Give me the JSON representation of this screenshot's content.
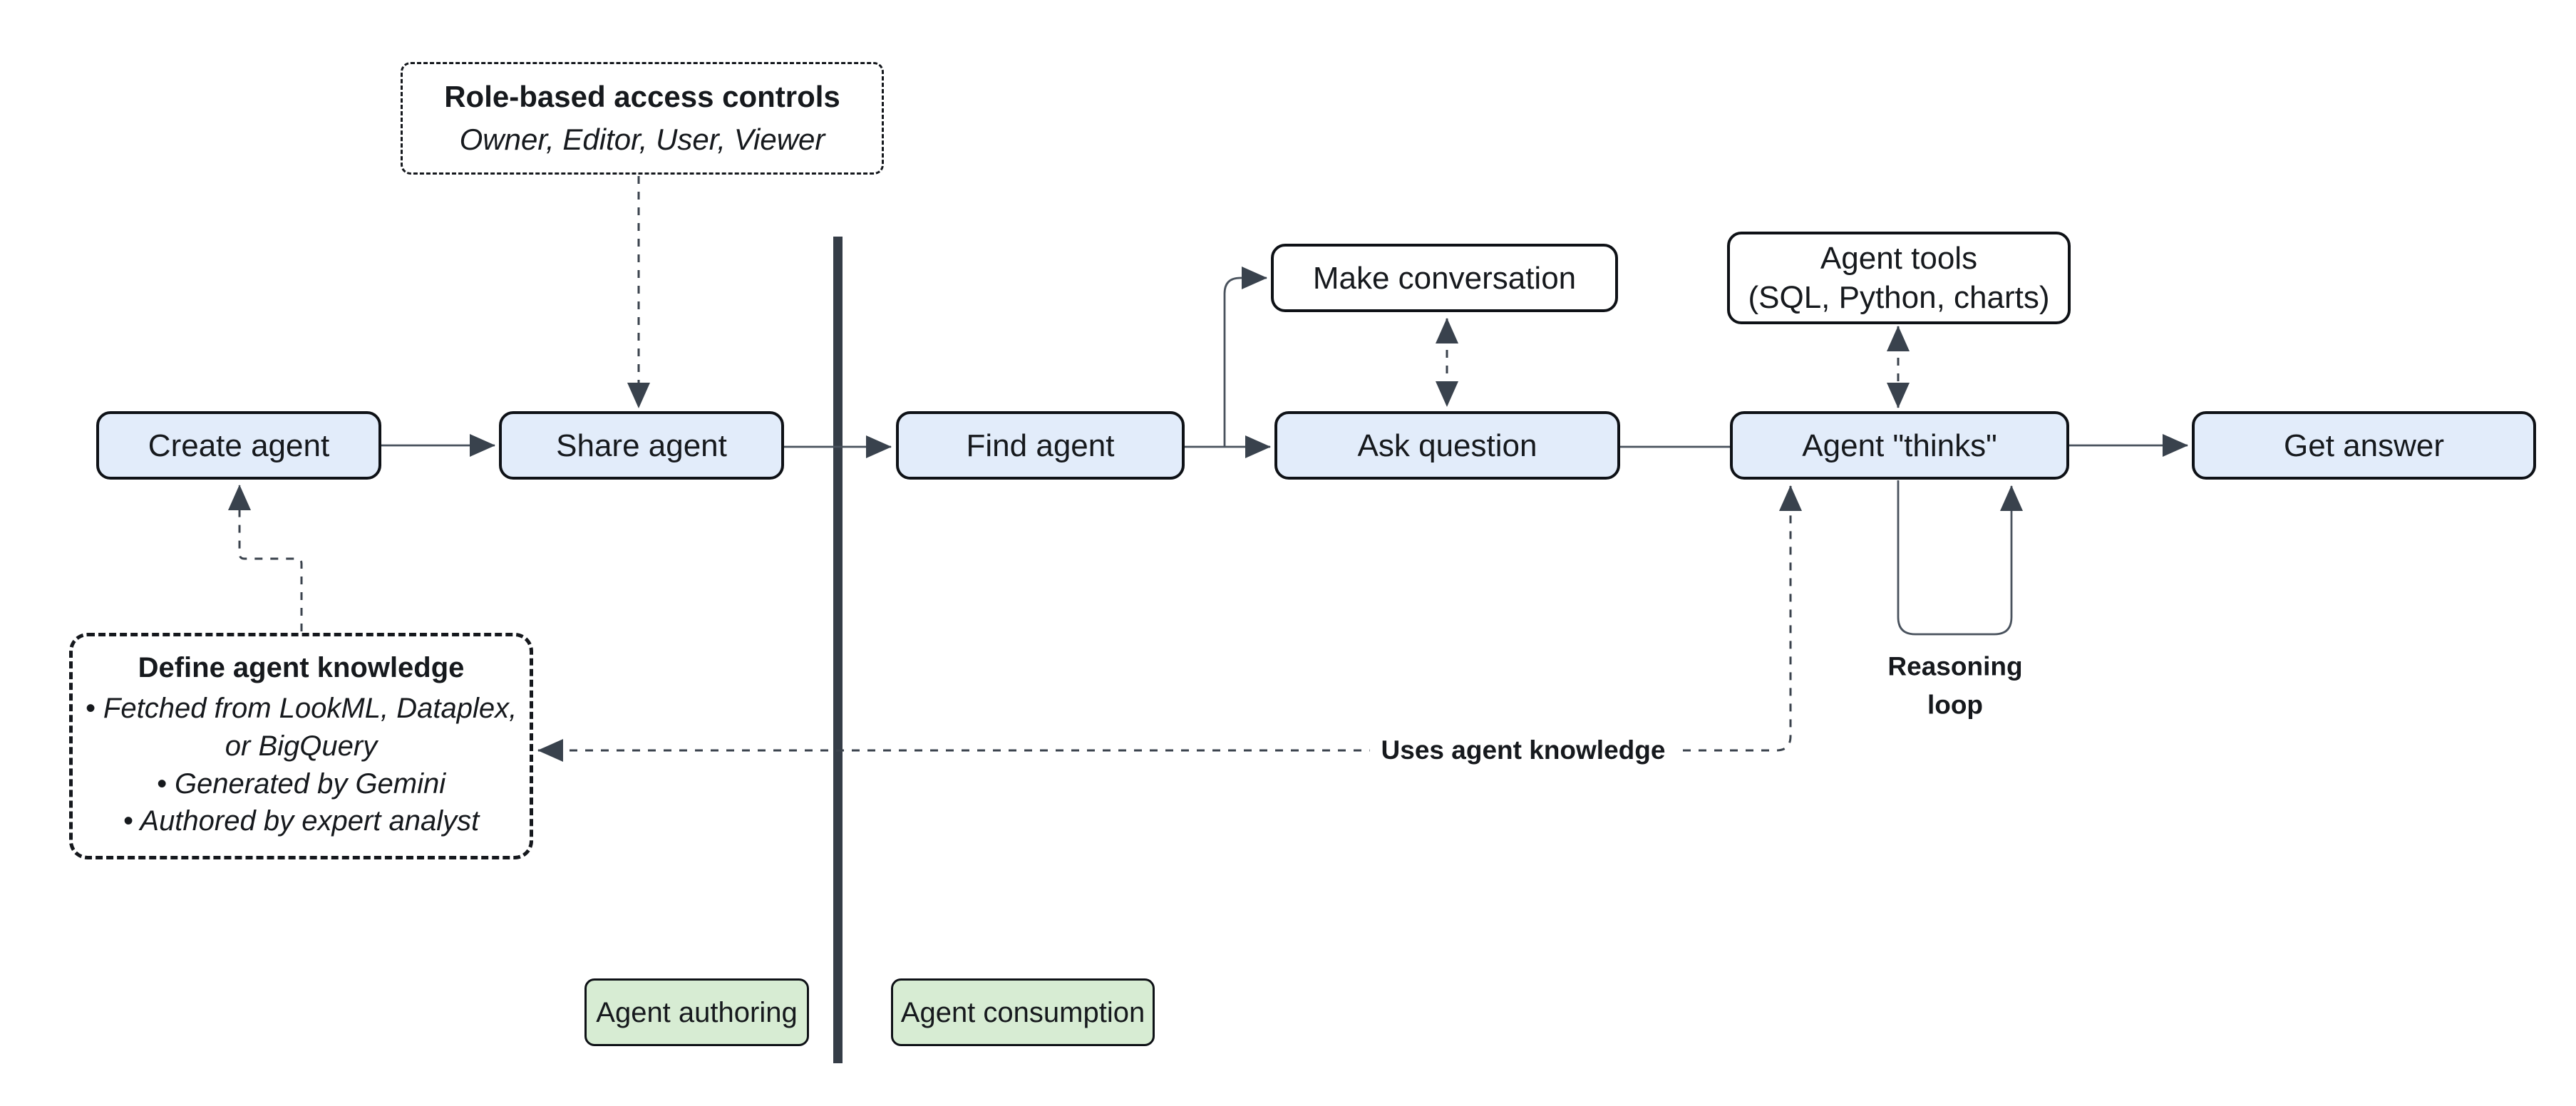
{
  "diagram": {
    "colors": {
      "node_blue_fill": "#e2ecfa",
      "node_white_fill": "#ffffff",
      "node_green_fill": "#d7ecd3",
      "node_border": "#0e1116",
      "connector": "#49525d",
      "arrowhead": "#39424d",
      "divider": "#353d47",
      "background": "#ffffff"
    },
    "nodes": {
      "create_agent": {
        "label": "Create agent"
      },
      "share_agent": {
        "label": "Share agent"
      },
      "find_agent": {
        "label": "Find agent"
      },
      "make_conversation": {
        "label": "Make conversation"
      },
      "ask_question": {
        "label": "Ask question"
      },
      "agent_tools": {
        "label": "Agent tools\n(SQL, Python, charts)"
      },
      "agent_thinks": {
        "label": "Agent \"thinks\""
      },
      "get_answer": {
        "label": "Get answer"
      }
    },
    "notes": {
      "rbac": {
        "title": "Role-based access controls",
        "subtitle": "Owner, Editor, User, Viewer"
      },
      "knowledge": {
        "title": "Define agent knowledge",
        "lines": [
          "• Fetched from LookML, Dataplex,",
          "or BigQuery",
          "• Generated by Gemini",
          "• Authored by expert analyst"
        ]
      }
    },
    "edge_labels": {
      "uses_knowledge": "Uses agent knowledge",
      "reasoning_loop": "Reasoning\nloop"
    },
    "zones": {
      "authoring": {
        "label": "Agent authoring"
      },
      "consumption": {
        "label": "Agent consumption"
      }
    }
  }
}
